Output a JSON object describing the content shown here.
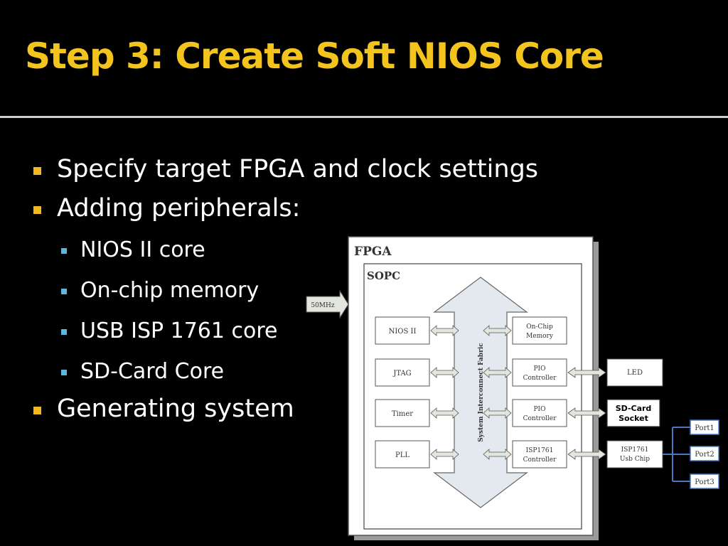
{
  "slide": {
    "title": "Step 3: Create Soft NIOS Core",
    "bullets": [
      {
        "text": "Specify target FPGA and clock settings"
      },
      {
        "text": "Adding peripherals:",
        "sub": [
          "NIOS II core",
          "On-chip memory",
          "USB ISP 1761 core",
          "SD-Card Core"
        ]
      },
      {
        "text": "Generating system"
      }
    ]
  },
  "diagram": {
    "fpga_label": "FPGA",
    "sopc_label": "SOPC",
    "clock_label": "50MHz",
    "fabric_label": "System Interconnect Fabric",
    "left_blocks": [
      "NIOS II",
      "JTAG",
      "Timer",
      "PLL"
    ],
    "right_blocks": [
      [
        "On-Chip",
        "Memory"
      ],
      [
        "PIO",
        "Controller"
      ],
      [
        "PIO",
        "Controller"
      ],
      [
        "ISP1761",
        "Controller"
      ]
    ],
    "external_blocks": {
      "led": "LED",
      "sdcard": [
        "SD-Card",
        "Socket"
      ],
      "usb": [
        "ISP1761",
        "Usb Chip"
      ]
    },
    "ports": [
      "Port1",
      "Port2",
      "Port3"
    ]
  },
  "colors": {
    "background": "#000000",
    "title": "#f3c31e",
    "bullet_level1": "#f3b81e",
    "bullet_level2": "#5fb6d8",
    "port_line": "#4a78c0"
  }
}
